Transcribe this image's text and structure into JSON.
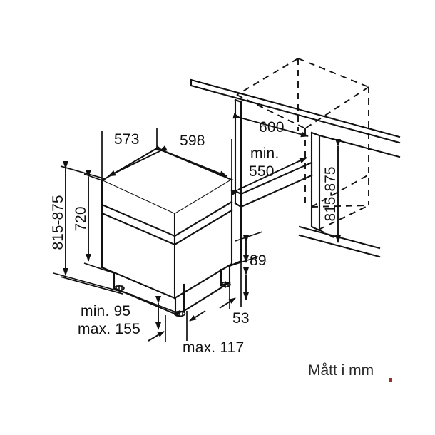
{
  "drawing": {
    "title": "Dishwasher built-in installation dimension drawing",
    "units_note": "Mått i mm",
    "line_color": "#111111",
    "background": "#ffffff",
    "accent_dot_color": "#9a2f2f"
  },
  "dimensions": {
    "depth_top": "573",
    "width_top": "598",
    "height_total": "815-875",
    "height_body": "720",
    "niche_width": "600",
    "niche_depth_min_label": "min.",
    "niche_depth_min_value": "550",
    "niche_height": "815-875",
    "plinth_height": "89",
    "foot_offset": "53",
    "door_gap_min": "min. 95",
    "door_gap_max": "max. 155",
    "base_max": "max. 117"
  },
  "labels": [
    {
      "id": "depth-573",
      "text": "573"
    },
    {
      "id": "width-598",
      "text": "598"
    },
    {
      "id": "height-815-875-left",
      "text": "815-875"
    },
    {
      "id": "height-720",
      "text": "720"
    },
    {
      "id": "niche-600",
      "text": "600"
    },
    {
      "id": "niche-min",
      "text": "min."
    },
    {
      "id": "niche-550",
      "text": "550"
    },
    {
      "id": "height-815-875-right",
      "text": "815-875"
    },
    {
      "id": "plinth-89",
      "text": "89"
    },
    {
      "id": "offset-53",
      "text": "53"
    },
    {
      "id": "gap-min-95",
      "text": "min. 95"
    },
    {
      "id": "gap-max-155",
      "text": "max. 155"
    },
    {
      "id": "base-max-117",
      "text": "max. 117"
    },
    {
      "id": "units-note",
      "text": "Mått i mm"
    }
  ]
}
